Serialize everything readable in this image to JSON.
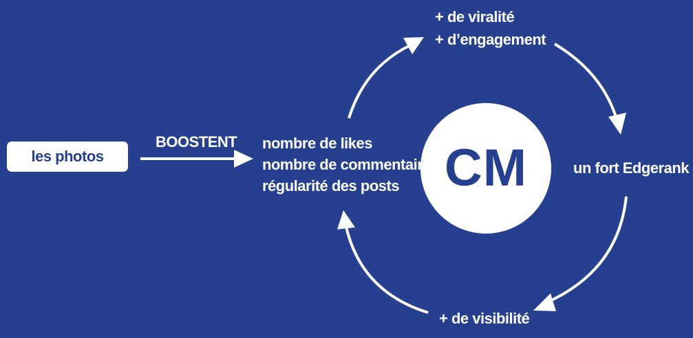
{
  "source": {
    "label": "les photos"
  },
  "connector": {
    "label": "BOOSTENT"
  },
  "factors": {
    "line1": "nombre de likes",
    "line2": "nombre de commentaires",
    "line3": "régularité des posts"
  },
  "center": {
    "label": "CM"
  },
  "cycle": {
    "top_line1": "+ de viralité",
    "top_line2": "+ d’engagement",
    "right": "un fort Edgerank",
    "bottom": "+ de visibilité"
  },
  "colors": {
    "background": "#26408f",
    "foreground": "#ffffff"
  }
}
